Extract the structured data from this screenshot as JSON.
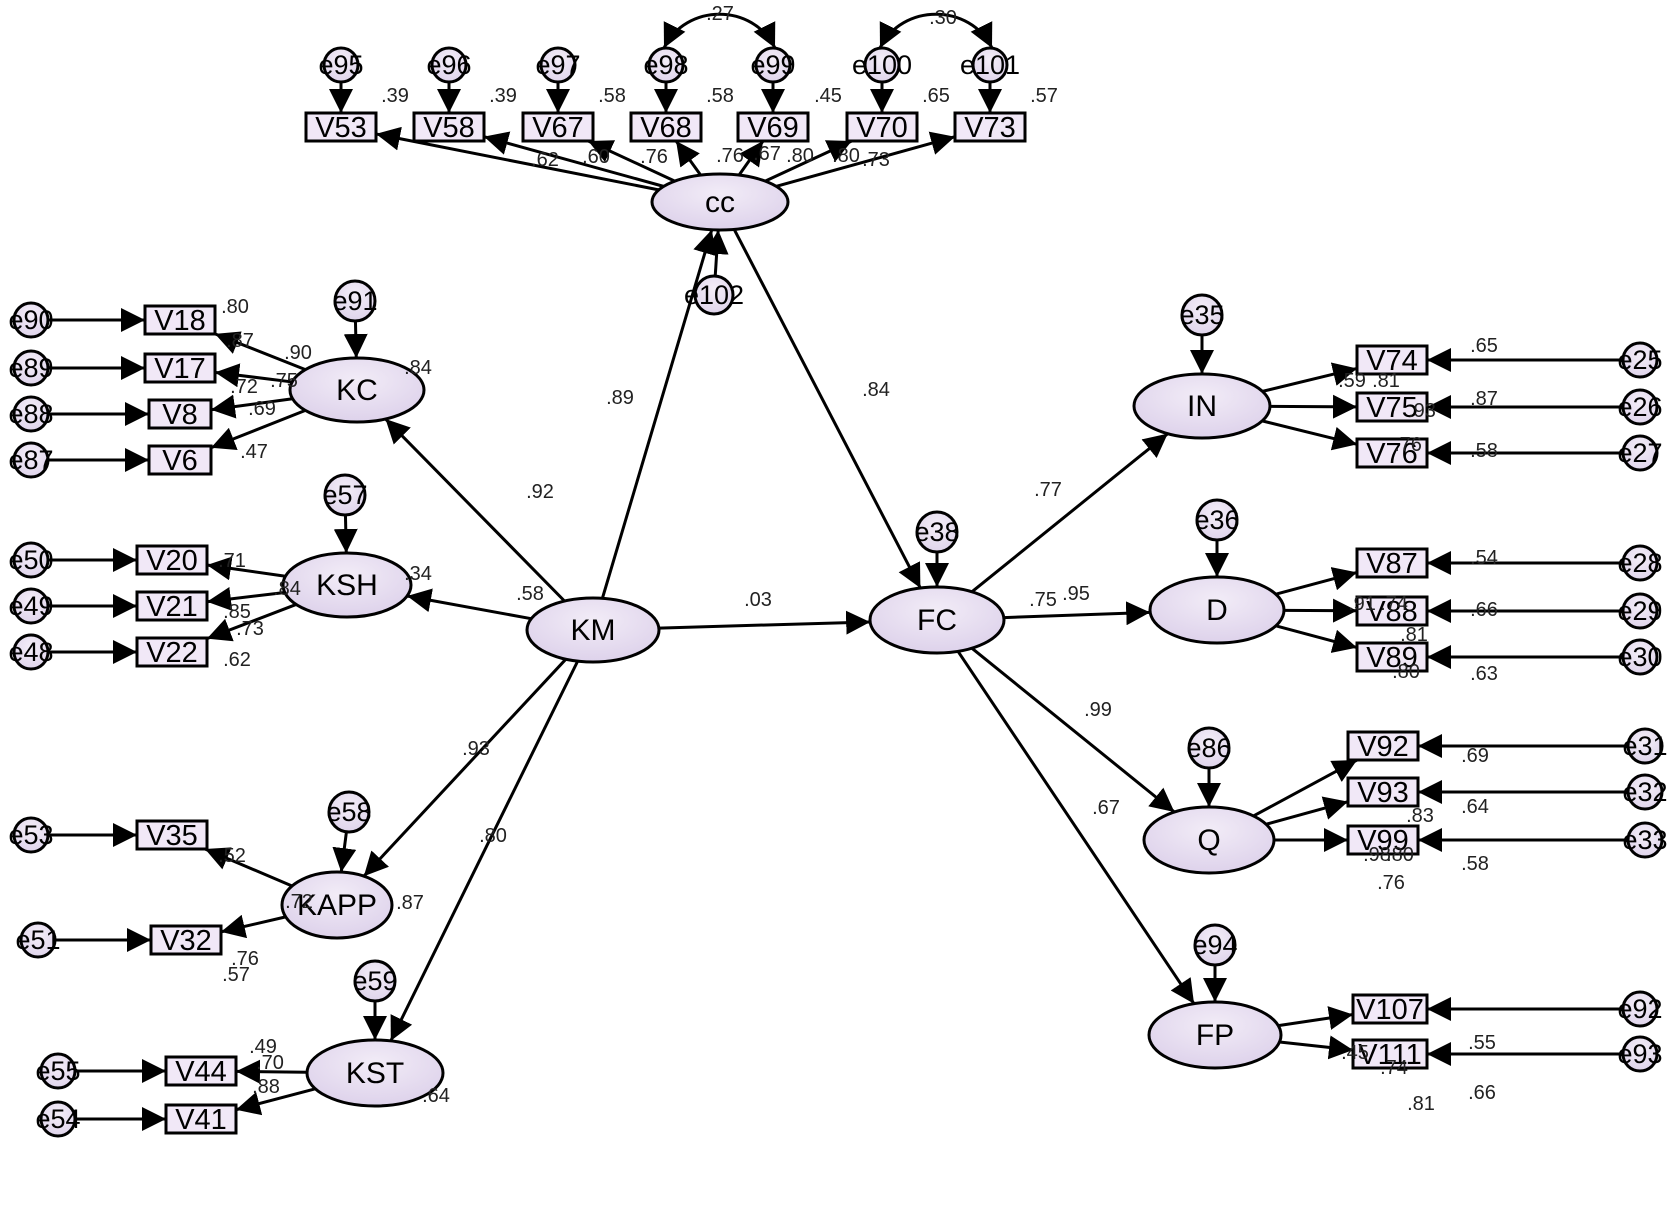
{
  "latent": [
    {
      "id": "cc",
      "label": "cc"
    },
    {
      "id": "KC",
      "label": "KC"
    },
    {
      "id": "KSH",
      "label": "KSH"
    },
    {
      "id": "KM",
      "label": "KM"
    },
    {
      "id": "KAPP",
      "label": "KAPP"
    },
    {
      "id": "KST",
      "label": "KST"
    },
    {
      "id": "FC",
      "label": "FC"
    },
    {
      "id": "IN",
      "label": "IN"
    },
    {
      "id": "D",
      "label": "D"
    },
    {
      "id": "Q",
      "label": "Q"
    },
    {
      "id": "FP",
      "label": "FP"
    }
  ],
  "observed": [
    {
      "id": "V53",
      "label": "V53"
    },
    {
      "id": "V58",
      "label": "V58"
    },
    {
      "id": "V67",
      "label": "V67"
    },
    {
      "id": "V68",
      "label": "V68"
    },
    {
      "id": "V69",
      "label": "V69"
    },
    {
      "id": "V70",
      "label": "V70"
    },
    {
      "id": "V73",
      "label": "V73"
    },
    {
      "id": "V18",
      "label": "V18"
    },
    {
      "id": "V17",
      "label": "V17"
    },
    {
      "id": "V8",
      "label": "V8"
    },
    {
      "id": "V6",
      "label": "V6"
    },
    {
      "id": "V20",
      "label": "V20"
    },
    {
      "id": "V21",
      "label": "V21"
    },
    {
      "id": "V22",
      "label": "V22"
    },
    {
      "id": "V35",
      "label": "V35"
    },
    {
      "id": "V32",
      "label": "V32"
    },
    {
      "id": "V44",
      "label": "V44"
    },
    {
      "id": "V41",
      "label": "V41"
    },
    {
      "id": "V74",
      "label": "V74"
    },
    {
      "id": "V75",
      "label": "V75"
    },
    {
      "id": "V76",
      "label": "V76"
    },
    {
      "id": "V87",
      "label": "V87"
    },
    {
      "id": "V88",
      "label": "V88"
    },
    {
      "id": "V89",
      "label": "V89"
    },
    {
      "id": "V92",
      "label": "V92"
    },
    {
      "id": "V93",
      "label": "V93"
    },
    {
      "id": "V99",
      "label": "V99"
    },
    {
      "id": "V107",
      "label": "V107"
    },
    {
      "id": "V111",
      "label": "V111"
    }
  ],
  "errors": [
    {
      "id": "e95",
      "label": "e95"
    },
    {
      "id": "e96",
      "label": "e96"
    },
    {
      "id": "e97",
      "label": "e97"
    },
    {
      "id": "e98",
      "label": "e98"
    },
    {
      "id": "e99",
      "label": "e99"
    },
    {
      "id": "e100",
      "label": "e100"
    },
    {
      "id": "e101",
      "label": "e101"
    },
    {
      "id": "e102",
      "label": "e102"
    },
    {
      "id": "e91",
      "label": "e91"
    },
    {
      "id": "e57",
      "label": "e57"
    },
    {
      "id": "e58",
      "label": "e58"
    },
    {
      "id": "e59",
      "label": "e59"
    },
    {
      "id": "e38",
      "label": "e38"
    },
    {
      "id": "e35",
      "label": "e35"
    },
    {
      "id": "e36",
      "label": "e36"
    },
    {
      "id": "e86",
      "label": "e86"
    },
    {
      "id": "e94",
      "label": "e94"
    },
    {
      "id": "e90",
      "label": "e90"
    },
    {
      "id": "e89",
      "label": "e89"
    },
    {
      "id": "e88",
      "label": "e88"
    },
    {
      "id": "e87",
      "label": "e87"
    },
    {
      "id": "e50",
      "label": "e50"
    },
    {
      "id": "e49",
      "label": "e49"
    },
    {
      "id": "e48",
      "label": "e48"
    },
    {
      "id": "e53",
      "label": "e53"
    },
    {
      "id": "e51",
      "label": "e51"
    },
    {
      "id": "e55",
      "label": "e55"
    },
    {
      "id": "e54",
      "label": "e54"
    },
    {
      "id": "e25",
      "label": "e25"
    },
    {
      "id": "e26",
      "label": "e26"
    },
    {
      "id": "e27",
      "label": "e27"
    },
    {
      "id": "e28",
      "label": "e28"
    },
    {
      "id": "e29",
      "label": "e29"
    },
    {
      "id": "e30",
      "label": "e30"
    },
    {
      "id": "e31",
      "label": "e31"
    },
    {
      "id": "e32",
      "label": "e32"
    },
    {
      "id": "e33",
      "label": "e33"
    },
    {
      "id": "e92",
      "label": "e92"
    },
    {
      "id": "e93",
      "label": "e93"
    }
  ],
  "paths": [
    {
      "from": "KM",
      "to": "cc",
      "coef": ".89"
    },
    {
      "from": "KM",
      "to": "KC",
      "coef": ".92"
    },
    {
      "from": "KM",
      "to": "KSH",
      "coef": ".58"
    },
    {
      "from": "KM",
      "to": "KAPP",
      "coef": ".93"
    },
    {
      "from": "KM",
      "to": "KST",
      "coef": ".80"
    },
    {
      "from": "KM",
      "to": "FC",
      "coef": ".03"
    },
    {
      "from": "cc",
      "to": "FC",
      "coef": ".84"
    },
    {
      "from": "FC",
      "to": "IN",
      "coef": ".77"
    },
    {
      "from": "FC",
      "to": "D",
      "coef": ".95"
    },
    {
      "from": "FC",
      "to": "Q",
      "coef": ".99"
    },
    {
      "from": "FC",
      "to": "FP",
      "coef": ".67"
    }
  ],
  "covariances": [
    {
      "a": "e98",
      "b": "e99",
      "coef": ".27"
    },
    {
      "a": "e100",
      "b": "e101",
      "coef": ".30"
    }
  ],
  "labels": [
    {
      "text": ".39"
    },
    {
      "text": ".39"
    },
    {
      "text": ".58"
    },
    {
      "text": ".58"
    },
    {
      "text": ".45"
    },
    {
      "text": ".65"
    },
    {
      "text": ".57"
    },
    {
      "text": ".62"
    },
    {
      "text": ".60"
    },
    {
      "text": ".76"
    },
    {
      "text": ".76"
    },
    {
      "text": ".67"
    },
    {
      "text": ".80"
    },
    {
      "text": ".80"
    },
    {
      "text": ".73"
    },
    {
      "text": ".80"
    },
    {
      "text": ".84"
    },
    {
      "text": ".90"
    },
    {
      "text": ".87"
    },
    {
      "text": ".75"
    },
    {
      "text": ".72"
    },
    {
      "text": ".69"
    },
    {
      "text": ".47"
    },
    {
      "text": ".71"
    },
    {
      "text": ".34"
    },
    {
      "text": ".84"
    },
    {
      "text": ".85"
    },
    {
      "text": ".73"
    },
    {
      "text": ".62"
    },
    {
      "text": ".52"
    },
    {
      "text": ".72"
    },
    {
      "text": ".76"
    },
    {
      "text": ".57"
    },
    {
      "text": ".87"
    },
    {
      "text": ".49"
    },
    {
      "text": ".70"
    },
    {
      "text": ".88"
    },
    {
      "text": ".64"
    },
    {
      "text": ".75"
    },
    {
      "text": ".65"
    },
    {
      "text": ".59"
    },
    {
      "text": ".81"
    },
    {
      "text": ".87"
    },
    {
      "text": ".93"
    },
    {
      "text": ".76"
    },
    {
      "text": ".58"
    },
    {
      "text": ".54"
    },
    {
      "text": ".91"
    },
    {
      "text": ".74"
    },
    {
      "text": ".66"
    },
    {
      "text": ".81"
    },
    {
      "text": ".80"
    },
    {
      "text": ".63"
    },
    {
      "text": ".69"
    },
    {
      "text": ".83"
    },
    {
      "text": ".64"
    },
    {
      "text": ".98"
    },
    {
      "text": ".80"
    },
    {
      "text": ".76"
    },
    {
      "text": ".58"
    },
    {
      "text": ".55"
    },
    {
      "text": ".45"
    },
    {
      "text": ".74"
    },
    {
      "text": ".66"
    },
    {
      "text": ".81"
    }
  ]
}
